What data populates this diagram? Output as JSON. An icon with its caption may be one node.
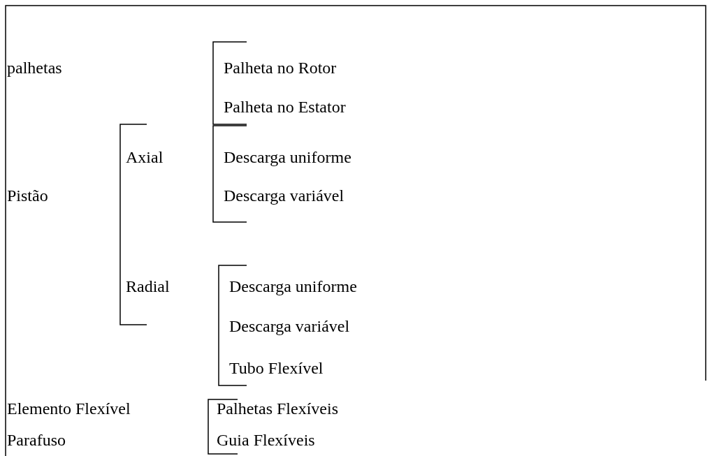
{
  "diagram": {
    "labels": [
      "palhetas",
      "Palheta no Rotor",
      "Palheta no Estator",
      "Axial",
      "Descarga uniforme",
      "Pistão",
      "Descarga variável",
      "Radial",
      "Descarga uniforme",
      "Descarga variável",
      "Tubo Flexível",
      "Elemento Flexível",
      "Palhetas Flexíveis",
      "Parafuso",
      "Guia Flexíveis"
    ]
  }
}
